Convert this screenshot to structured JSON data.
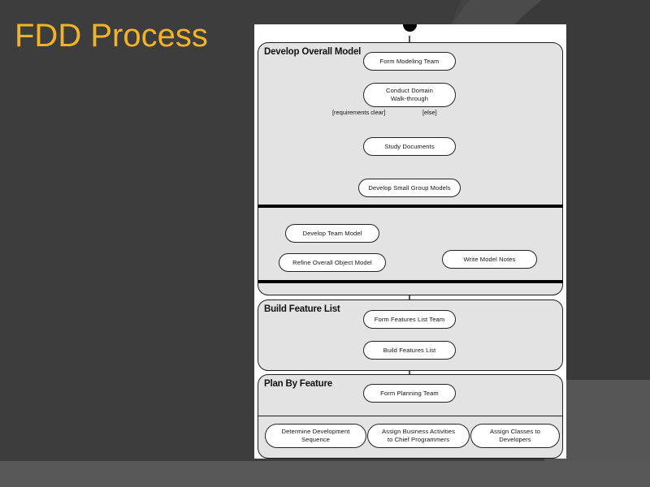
{
  "slide": {
    "title": "FDD Process",
    "title_color": "#F2B329",
    "background_color": "#3d3d3d"
  },
  "diagram": {
    "type": "uml-activity-diagram",
    "page_background": "#ffffff",
    "partition_fill": "#e3e3e3",
    "node_fill": "#ffffff",
    "start_node": "filled-circle",
    "partitions": [
      {
        "id": "develop-overall-model",
        "title": "Develop Overall Model"
      },
      {
        "id": "build-feature-list",
        "title": "Build Feature List"
      },
      {
        "id": "plan-by-feature",
        "title": "Plan By Feature"
      }
    ],
    "nodes": [
      {
        "id": "form-modeling-team",
        "lines": [
          "Form Modeling Team"
        ]
      },
      {
        "id": "conduct-domain-walkthrough",
        "lines": [
          "Conduct Domain",
          "Walk-through"
        ]
      },
      {
        "id": "study-documents",
        "lines": [
          "Study Documents"
        ]
      },
      {
        "id": "develop-small-group-models",
        "lines": [
          "Develop Small Group Models"
        ]
      },
      {
        "id": "develop-team-model",
        "lines": [
          "Develop Team Model"
        ]
      },
      {
        "id": "refine-overall-object-model",
        "lines": [
          "Refine Overall Object Model"
        ]
      },
      {
        "id": "write-model-notes",
        "lines": [
          "Write Model Notes"
        ]
      },
      {
        "id": "form-features-list-team",
        "lines": [
          "Form Features List Team"
        ]
      },
      {
        "id": "build-features-list",
        "lines": [
          "Build Features List"
        ]
      },
      {
        "id": "form-planning-team",
        "lines": [
          "Form Planning Team"
        ]
      },
      {
        "id": "determine-development-sequence",
        "lines": [
          "Determine Development",
          "Sequence"
        ]
      },
      {
        "id": "assign-business-activities",
        "lines": [
          "Assign Business Activities",
          "to Chief Programmers"
        ]
      },
      {
        "id": "assign-classes-to-developers",
        "lines": [
          "Assign Classes to",
          "Developers"
        ]
      }
    ],
    "guards": [
      {
        "id": "guard-requirements-clear",
        "label": "[requirements clear]"
      },
      {
        "id": "guard-else",
        "label": "[else]"
      }
    ]
  }
}
